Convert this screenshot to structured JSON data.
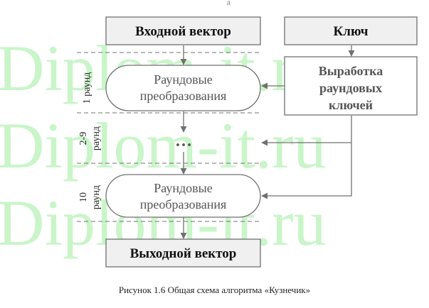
{
  "watermark": [
    "Diplom-it.ru",
    "Diplom-it.ru",
    "Diplom-it.ru"
  ],
  "top_mark": "д",
  "blocks": {
    "input_vector": "Входной вектор",
    "key": "Ключ",
    "key_schedule": [
      "Выработка",
      "раундовых",
      "ключей"
    ],
    "round_transform_1": [
      "Раундовые",
      "преобразования"
    ],
    "ellipsis": "…",
    "round_transform_10": [
      "Раундовые",
      "преобразования"
    ],
    "output_vector": "Выходной вектор"
  },
  "round_labels": {
    "r1": [
      "1 раунд"
    ],
    "r2_9": [
      "2-9",
      "раунд"
    ],
    "r10": [
      "10",
      "раунд"
    ]
  },
  "caption": "Рисунок 1.6  Общая схема алгоритма «Кузнечик»",
  "colors": {
    "header_fill": "#f0f0f0",
    "line": "#707070",
    "text_dark": "#111111",
    "text_gray": "#555555",
    "watermark": "#c9f5c9"
  }
}
